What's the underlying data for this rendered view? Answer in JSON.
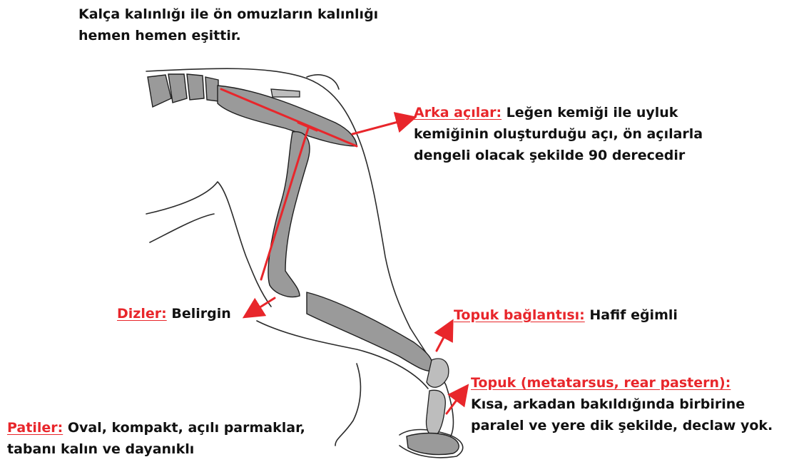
{
  "header_note": {
    "line1": "Kalça kalınlığı ile ön omuzların kalınlığı",
    "line2": "hemen hemen eşittir."
  },
  "annotations": {
    "arka_acilar": {
      "term": "Arka açılar:",
      "line1": " Leğen kemiği ile uyluk",
      "line2": "kemiğinin oluşturduğu açı, ön açılarla",
      "line3": "dengeli olacak şekilde 90 derecedir"
    },
    "dizler": {
      "term": "Dizler:",
      "text": " Belirgin"
    },
    "topuk_baglantisi": {
      "term": "Topuk bağlantısı:",
      "text": " Hafif eğimli"
    },
    "topuk": {
      "term": "Topuk (metatarsus, rear pastern):",
      "line1": "Kısa, arkadan bakıldığında birbirine",
      "line2": "paralel ve yere dik şekilde, declaw yok."
    },
    "patiler": {
      "term": "Patiler:",
      "line1": " Oval, kompakt, açılı parmaklar,",
      "line2": "tabanı kalın ve dayanıklı"
    }
  },
  "colors": {
    "accent": "#e8262b",
    "text": "#111111",
    "bone": "#9a9a9a"
  }
}
